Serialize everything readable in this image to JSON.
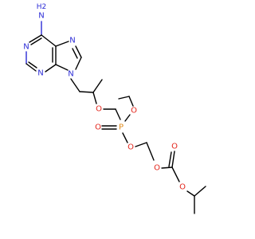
{
  "molecule": {
    "colors": {
      "carbon_bond": "#000000",
      "nitrogen": "#2b2bd6",
      "oxygen": "#e3251b",
      "phosphorus": "#e08a1a",
      "background": "#ffffff"
    },
    "atom_labels": {
      "amine_n": "N",
      "amine_h2": "H2",
      "purine_n1": "N",
      "purine_n3": "N",
      "purine_n7": "N",
      "purine_n9": "N",
      "ether_o": "O",
      "phosphorus": "P",
      "phosphoryl_o": "O",
      "ethoxy_o": "O",
      "ester_o": "O",
      "carbonate_o1": "O",
      "carbonate_carbonyl_o": "O",
      "carbonate_o2": "O"
    }
  }
}
